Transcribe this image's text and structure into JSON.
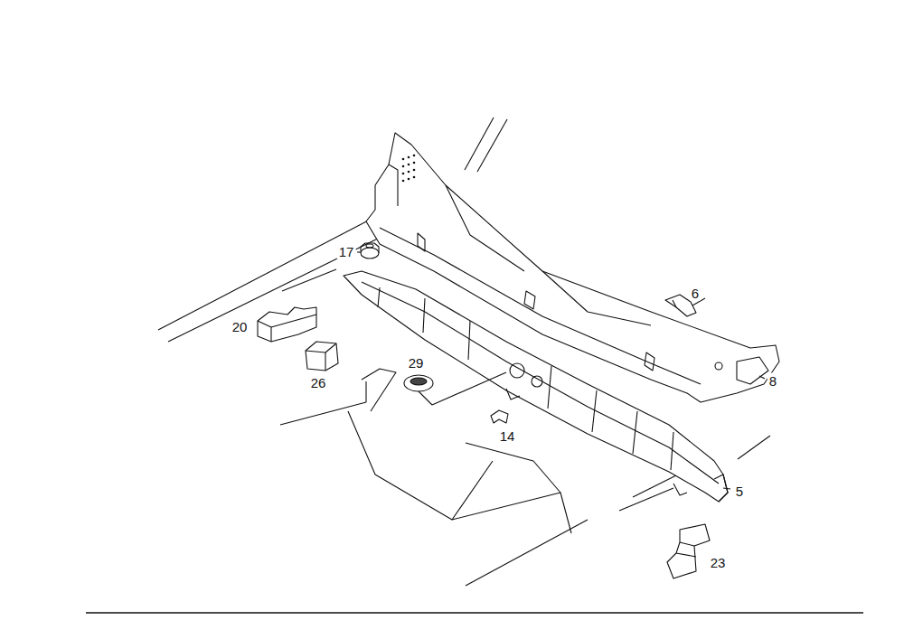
{
  "diagram": {
    "labels": [
      "17",
      "6",
      "20",
      "8",
      "29",
      "26",
      "14",
      "5",
      "23"
    ]
  }
}
